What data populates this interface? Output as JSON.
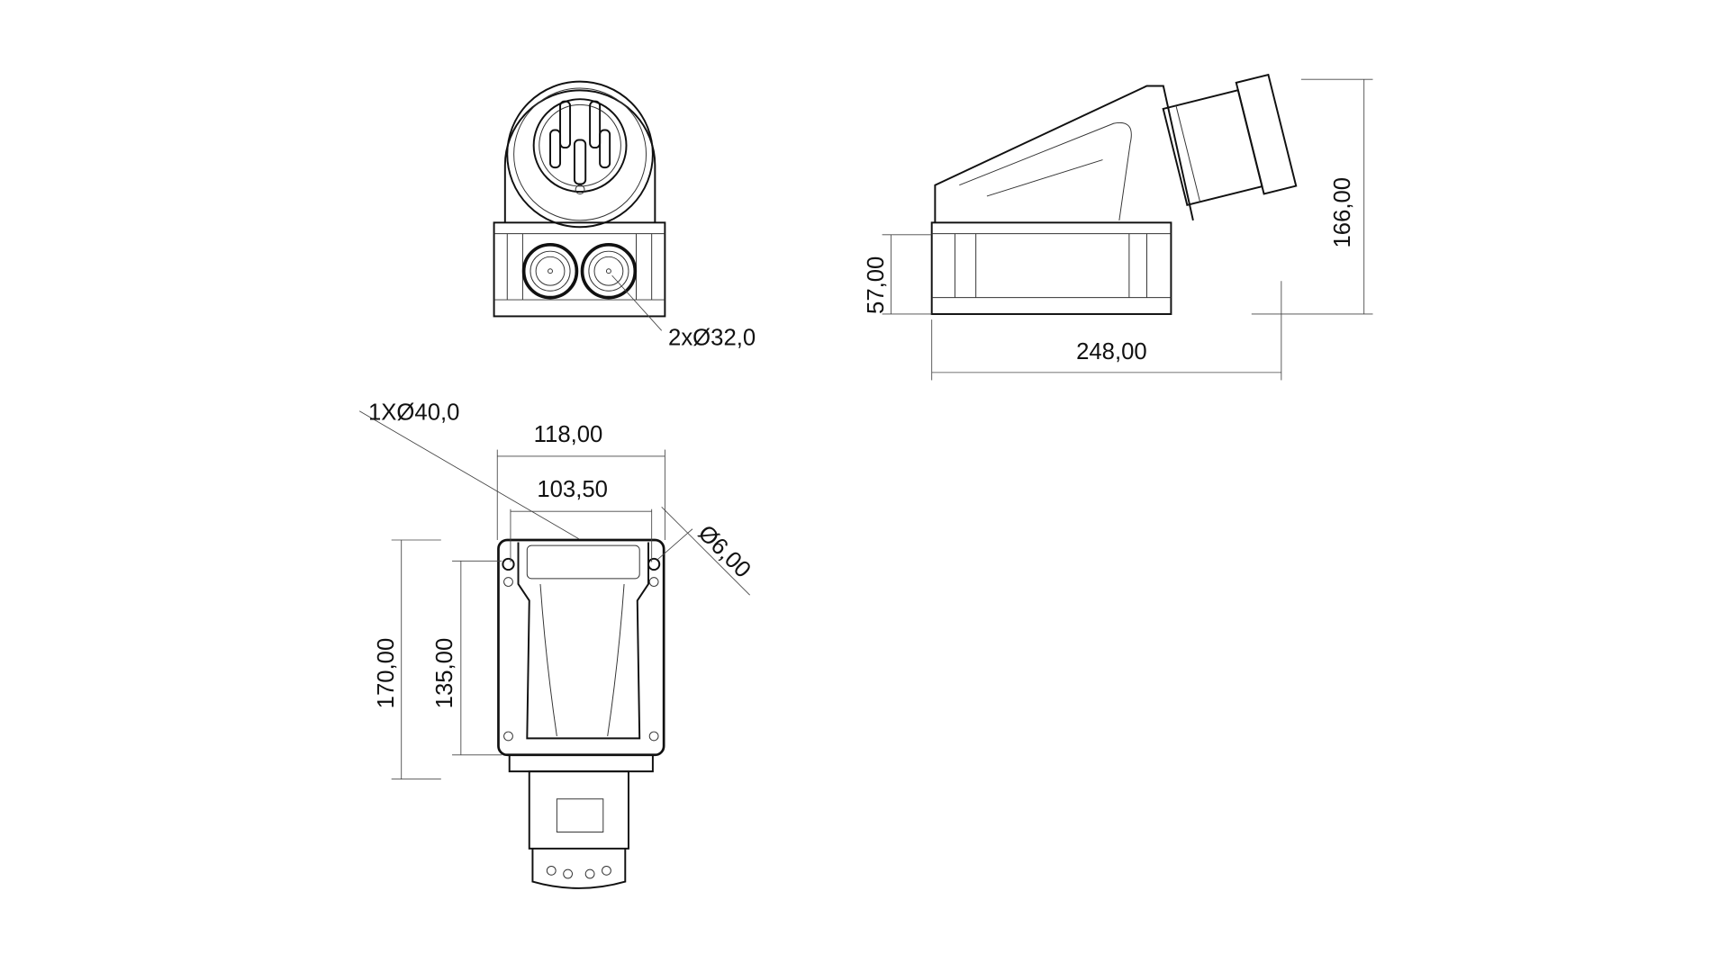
{
  "drawing": {
    "front_view": {
      "gland_label": "2xØ32,0"
    },
    "side_view": {
      "height_label": "166,00",
      "base_height_label": "57,00",
      "length_label": "248,00"
    },
    "top_view": {
      "entry_label": "1XØ40,0",
      "outer_width_label": "118,00",
      "hole_spacing_label": "103,50",
      "hole_diameter_label": "Ø6,00",
      "outer_height_label": "170,00",
      "hole_height_label": "135,00"
    }
  }
}
